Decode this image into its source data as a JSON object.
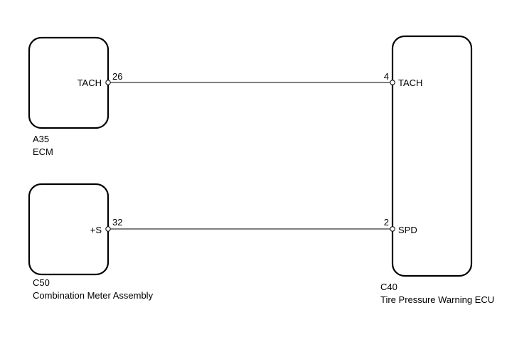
{
  "components": {
    "ecm": {
      "code": "A35",
      "name": "ECM",
      "pin_label": "TACH",
      "pin_number": "26"
    },
    "combination_meter": {
      "code": "C50",
      "name": "Combination Meter Assembly",
      "pin_label": "+S",
      "pin_number": "32"
    },
    "tire_pressure_ecu": {
      "code": "C40",
      "name": "Tire Pressure Warning ECU",
      "pins": [
        {
          "label": "TACH",
          "number": "4"
        },
        {
          "label": "SPD",
          "number": "2"
        }
      ]
    }
  }
}
